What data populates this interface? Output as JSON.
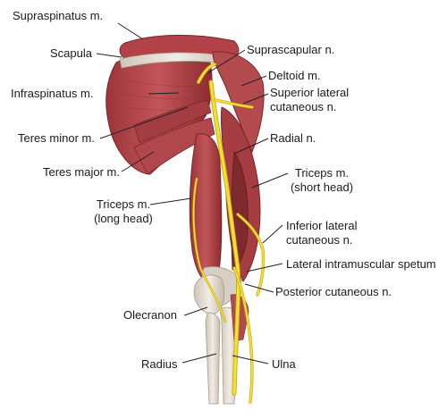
{
  "labels": {
    "supraspinatus": "Supraspinatus m.",
    "scapula": "Scapula",
    "infraspinatus": "Infraspinatus m.",
    "teres_minor": "Teres minor m.",
    "teres_major": "Teres major m.",
    "triceps_long_1": "Triceps m.",
    "triceps_long_2": "(long head)",
    "olecranon": "Olecranon",
    "radius": "Radius",
    "suprascapular": "Suprascapular n.",
    "deltoid": "Deltoid m.",
    "sup_lat_cut_1": "Superior lateral",
    "sup_lat_cut_2": "cutaneous n.",
    "radial_n": "Radial n.",
    "triceps_short_1": "Triceps m.",
    "triceps_short_2": "(short head)",
    "inf_lat_cut_1": "Inferior lateral",
    "inf_lat_cut_2": "cutaneous n.",
    "lat_intramuscular": "Lateral intramuscular spetum",
    "posterior_cut": "Posterior cutaneous n.",
    "ulna": "Ulna"
  },
  "colors": {
    "muscle": "#b8484a",
    "muscle_dark": "#8e2f33",
    "muscle_light": "#d9777a",
    "nerve": "#f2df3a",
    "nerve_edge": "#c9a80f",
    "bone": "#e8e2da",
    "bone_shade": "#c8beb2",
    "leader": "#222222"
  }
}
